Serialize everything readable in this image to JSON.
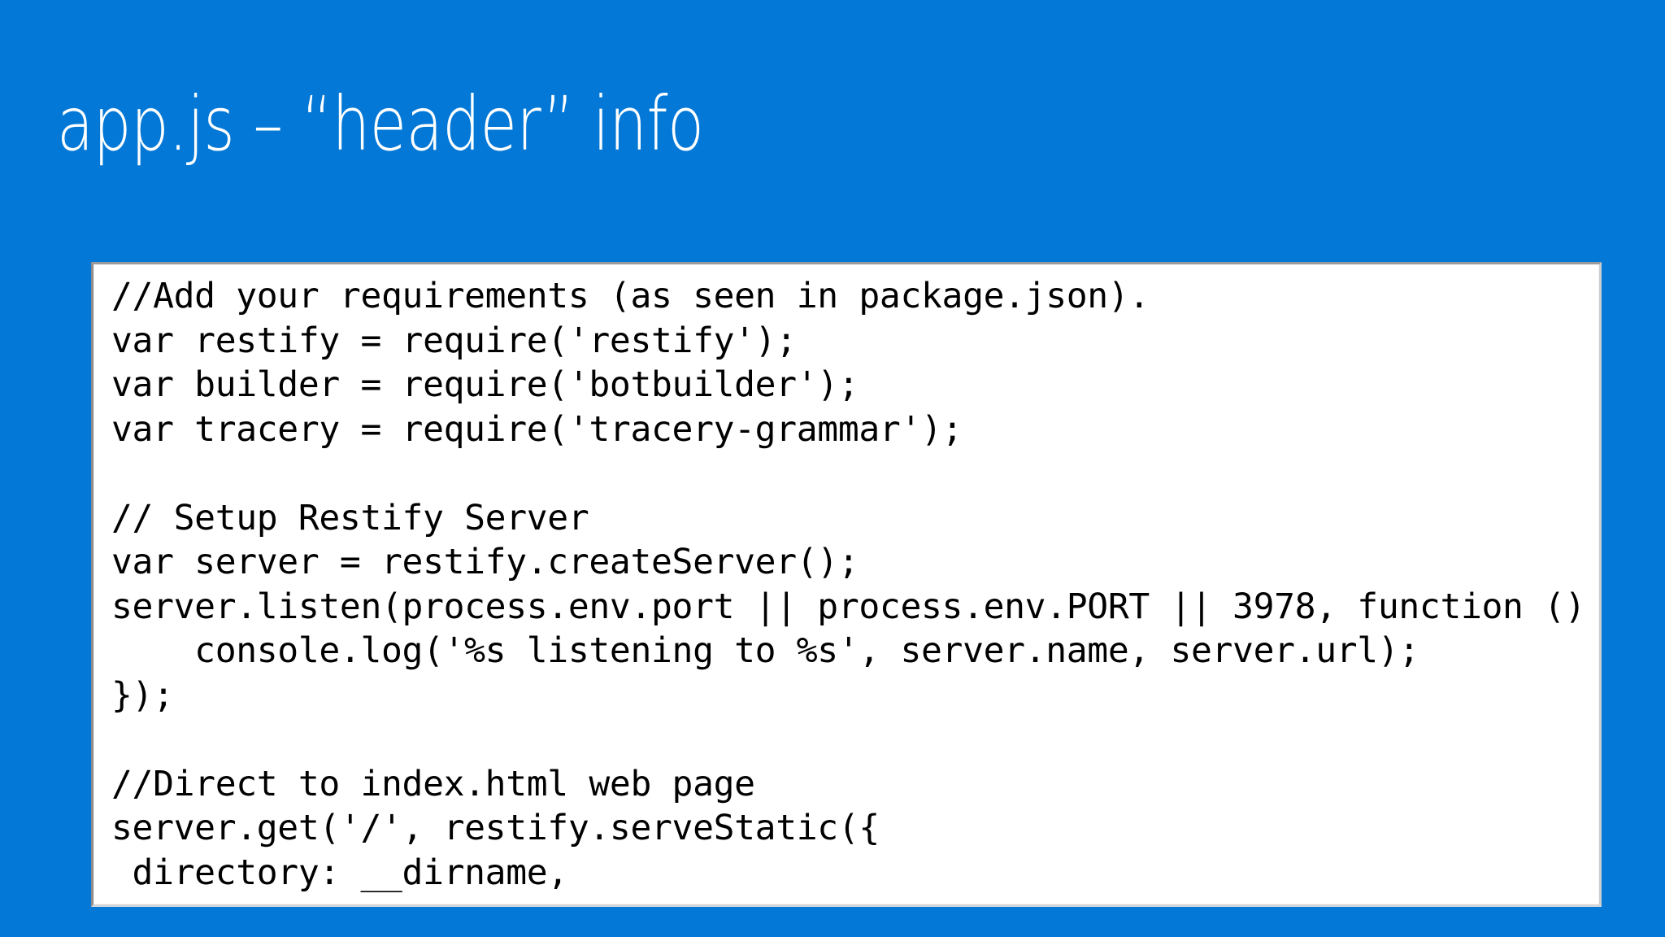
{
  "slide": {
    "background_color": "#0378D7",
    "title": "app.js – “header” info",
    "title_color": "#FFFFFF"
  },
  "code_box": {
    "background_color": "#FFFFFF",
    "text_color": "#000000",
    "border_color": "#9a9a9a",
    "language": "javascript",
    "clipped": true,
    "lines": [
      "//Add your requirements (as seen in package.json).",
      "var restify = require('restify');",
      "var builder = require('botbuilder');",
      "var tracery = require('tracery-grammar');",
      "",
      "// Setup Restify Server",
      "var server = restify.createServer();",
      "server.listen(process.env.port || process.env.PORT || 3978, function ()",
      "    console.log('%s listening to %s', server.name, server.url);",
      "});",
      "",
      "//Direct to index.html web page",
      "server.get('/', restify.serveStatic({",
      " directory: __dirname,"
    ],
    "text": "//Add your requirements (as seen in package.json).\nvar restify = require('restify');\nvar builder = require('botbuilder');\nvar tracery = require('tracery-grammar');\n\n// Setup Restify Server\nvar server = restify.createServer();\nserver.listen(process.env.port || process.env.PORT || 3978, function ()\n    console.log('%s listening to %s', server.name, server.url);\n});\n\n//Direct to index.html web page\nserver.get('/', restify.serveStatic({\n directory: __dirname,\n"
  }
}
